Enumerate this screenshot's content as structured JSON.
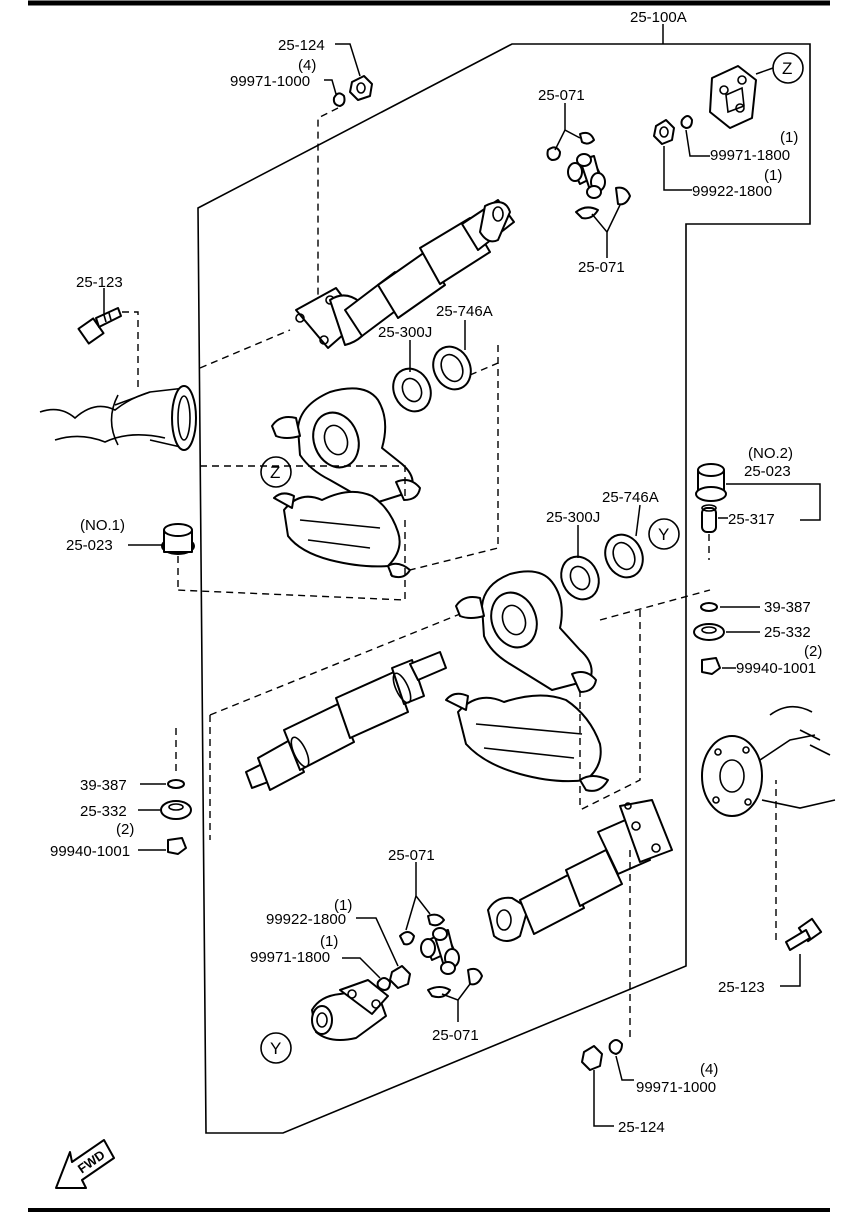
{
  "assembly_label": "25-100A",
  "callouts": {
    "z_top": "Z",
    "z_left": "Z",
    "y_right": "Y",
    "y_bottom": "Y"
  },
  "fwd_label": "FWD",
  "labels": {
    "nut_top": "25-124",
    "nut_top_qty": "(4)",
    "lockwasher_top": "99971-1000",
    "ujoint_top_a": "25-071",
    "ujoint_top_b": "25-071",
    "yoke_washer_top_qty": "(1)",
    "yoke_washer_top": "99971-1800",
    "yoke_nut_top_qty": "(1)",
    "yoke_nut_top": "99922-1800",
    "bolt_left": "25-123",
    "seal_top": "25-746A",
    "bearing_top": "25-300J",
    "mount_no1_qty": "(NO.1)",
    "mount_no1": "25-023",
    "mount_no2_qty": "(NO.2)",
    "mount_no2": "25-023",
    "bushing_no2": "25-317",
    "seal_mid": "25-746A",
    "bearing_mid": "25-300J",
    "washer_right": "39-387",
    "cushion_right": "25-332",
    "nut_right_qty": "(2)",
    "nut_right": "99940-1001",
    "washer_left": "39-387",
    "cushion_left": "25-332",
    "nut_left_qty": "(2)",
    "nut_left": "99940-1001",
    "ujoint_bottom_a": "25-071",
    "yoke_nut_bottom_qty": "(1)",
    "yoke_nut_bottom": "99922-1800",
    "yoke_washer_bottom_qty": "(1)",
    "yoke_washer_bottom": "99971-1800",
    "ujoint_bottom_b": "25-071",
    "bolt_right": "25-123",
    "lockwasher_bottom_qty": "(4)",
    "lockwasher_bottom": "99971-1000",
    "nut_bottom": "25-124"
  }
}
